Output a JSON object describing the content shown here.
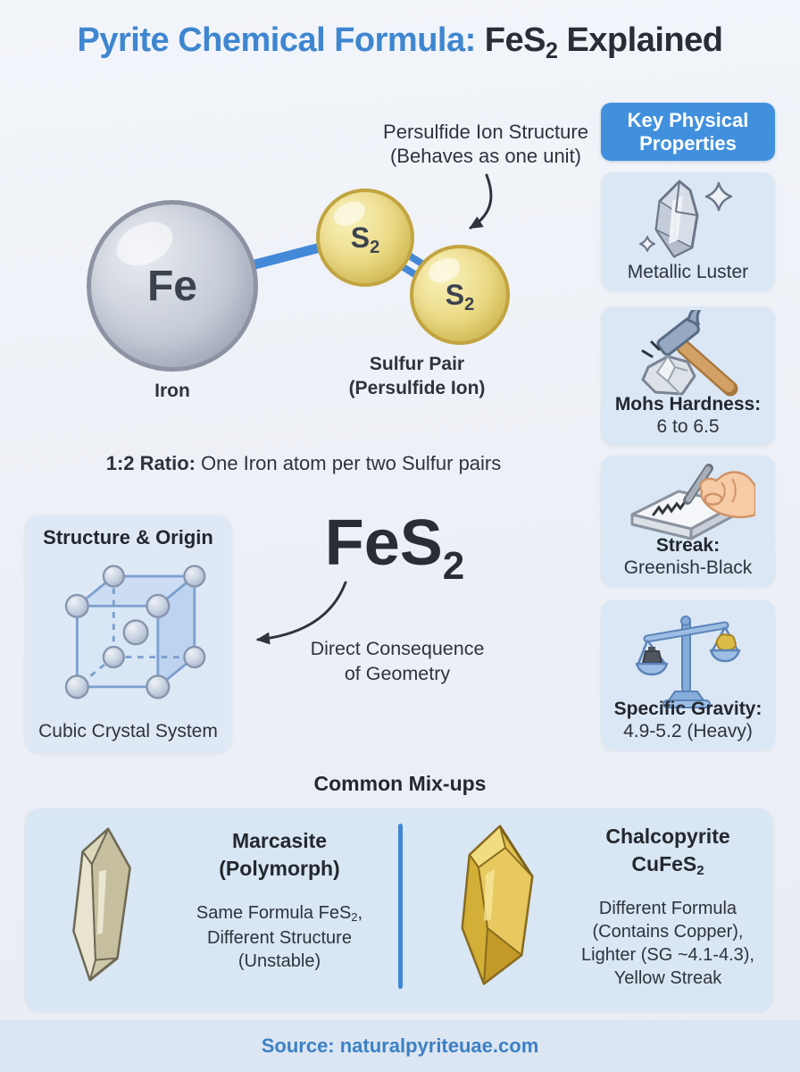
{
  "page": {
    "title_highlight": "Pyrite Chemical Formula:",
    "title_formula_main": "FeS",
    "title_formula_sub": "2",
    "title_rest": " Explained",
    "footer_source": "Source: naturalpyriteuae.com"
  },
  "molecule": {
    "annotation_line1": "Persulfide Ion Structure",
    "annotation_line2": "(Behaves as one unit)",
    "iron_symbol": "Fe",
    "iron_caption": "Iron",
    "sulfur1_symbol_main": "S",
    "sulfur1_symbol_sub": "2",
    "sulfur2_symbol_main": "S",
    "sulfur2_symbol_sub": "2",
    "sulfur_caption_line1": "Sulfur Pair",
    "sulfur_caption_line2": "(Persulfide Ion)",
    "ratio_bold": "1:2 Ratio:",
    "ratio_text": "One Iron atom per two Sulfur pairs"
  },
  "structure": {
    "box_title": "Structure & Origin",
    "box_caption": "Cubic Crystal System",
    "formula_main": "FeS",
    "formula_sub": "2",
    "consequence_line1": "Direct Consequence",
    "consequence_line2": "of Geometry"
  },
  "properties": {
    "header_line1": "Key Physical",
    "header_line2": "Properties",
    "cards": [
      {
        "icon": "crystal-luster-icon",
        "label": "Metallic Luster"
      },
      {
        "icon": "hammer-icon",
        "label_bold": "Mohs Hardness:",
        "label": "6 to 6.5"
      },
      {
        "icon": "streak-test-icon",
        "label_bold": "Streak:",
        "label": "Greenish-Black"
      },
      {
        "icon": "balance-scale-icon",
        "label_bold": "Specific Gravity:",
        "label": "4.9-5.2 (Heavy)"
      }
    ]
  },
  "mixups": {
    "heading": "Common Mix-ups",
    "marcasite": {
      "title_line1": "Marcasite",
      "title_line2": "(Polymorph)",
      "body_line1_pre": "Same Formula FeS",
      "body_line1_sub": "2",
      "body_line1_post": ",",
      "body_line2": "Different Structure",
      "body_line3": "(Unstable)"
    },
    "chalcopyrite": {
      "title_line1": "Chalcopyrite",
      "title_line2_main": "CuFeS",
      "title_line2_sub": "2",
      "body_line1": "Different Formula",
      "body_line2": "(Contains Copper),",
      "body_line3": "Lighter (SG ~4.1-4.3),",
      "body_line4": "Yellow Streak"
    }
  },
  "colors": {
    "accent_blue": "#3e86d0",
    "header_blue": "#4190dd",
    "bond_blue": "#4489d8",
    "card_bg": "#dbe7f4",
    "footer_bg": "#dbe6f2",
    "text_dark": "#2e333c"
  }
}
